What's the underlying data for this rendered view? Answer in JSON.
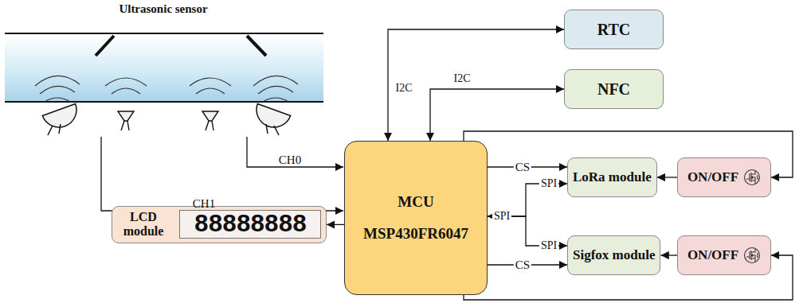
{
  "diagram": {
    "nodes": [
      {
        "text": [
          "RTC"
        ]
      },
      {
        "text": [
          "NFC"
        ]
      },
      {
        "text": [
          "MCU",
          "MSP430FR6047"
        ]
      },
      {
        "text": [
          "LoRa module"
        ]
      },
      {
        "text": [
          "ON/OFF"
        ]
      },
      {
        "text": [
          "LCD module"
        ]
      },
      {
        "text": [
          "Sigfox module"
        ]
      },
      {
        "text": [
          "ON/OFF"
        ]
      }
    ],
    "edges": [
      {
        "from": 2,
        "to": 0,
        "arrow": "both",
        "label": "I2C"
      },
      {
        "from": 2,
        "to": 1,
        "arrow": "both",
        "label": "I2C"
      },
      {
        "from": 2,
        "to": 3,
        "arrow": "to",
        "label": "CS"
      },
      {
        "from": 2,
        "to": 6,
        "arrow": "to",
        "label": "CS"
      },
      {
        "from": 2,
        "to": 3,
        "arrow": "both",
        "label": "SPI"
      },
      {
        "from": 2,
        "to": 6,
        "arrow": "both",
        "label": "SPI"
      },
      {
        "from": 4,
        "to": 3,
        "arrow": "to"
      },
      {
        "from": 7,
        "to": 6,
        "arrow": "to"
      },
      {
        "from": 2,
        "to": 4,
        "arrow": "to"
      },
      {
        "from": 2,
        "to": 7,
        "arrow": "to"
      },
      {
        "from": 2,
        "to": 5,
        "arrow": "to"
      }
    ],
    "labels": [
      "Ultrasonic sensor",
      "CH0",
      "CH1",
      "SPI",
      "88888888"
    ]
  }
}
